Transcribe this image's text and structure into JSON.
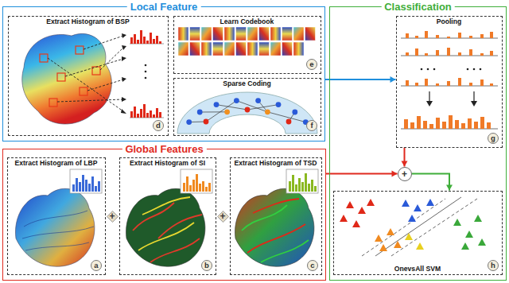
{
  "diagram": {
    "nodes": [
      {
        "text": [
          "Local Feature"
        ]
      },
      {
        "text": [
          "Extract Histogram of BSP"
        ],
        "in": 0
      },
      {
        "text": [
          "Learn Codebook"
        ],
        "in": 0
      },
      {
        "text": [
          "Sparse Coding"
        ],
        "in": 0
      },
      {
        "text": [
          "Global Features"
        ]
      },
      {
        "text": [
          "Extract Histogram of LBP"
        ],
        "in": 4
      },
      {
        "text": [
          "+"
        ],
        "in": 4
      },
      {
        "text": [
          "Extract Histogram of SI"
        ],
        "in": 4
      },
      {
        "text": [
          "+"
        ],
        "in": 4
      },
      {
        "text": [
          "Extract Histogram of TSD"
        ],
        "in": 4
      },
      {
        "text": [
          "Classification"
        ]
      },
      {
        "text": [
          "Pooling"
        ],
        "in": 10
      },
      {
        "text": [
          "+"
        ],
        "in": 10
      },
      {
        "text": [
          "OnevsAll SVM"
        ],
        "in": 10
      }
    ],
    "edges": [
      {
        "from": 0,
        "to": 11,
        "arrow": "to"
      },
      {
        "from": 11,
        "to": 12,
        "arrow": "to"
      },
      {
        "from": 4,
        "to": 12,
        "arrow": "to"
      },
      {
        "from": 12,
        "to": 13,
        "arrow": "to"
      }
    ],
    "labels": [
      "d",
      "e",
      "f",
      "a",
      "b",
      "c",
      "g",
      "h"
    ]
  }
}
